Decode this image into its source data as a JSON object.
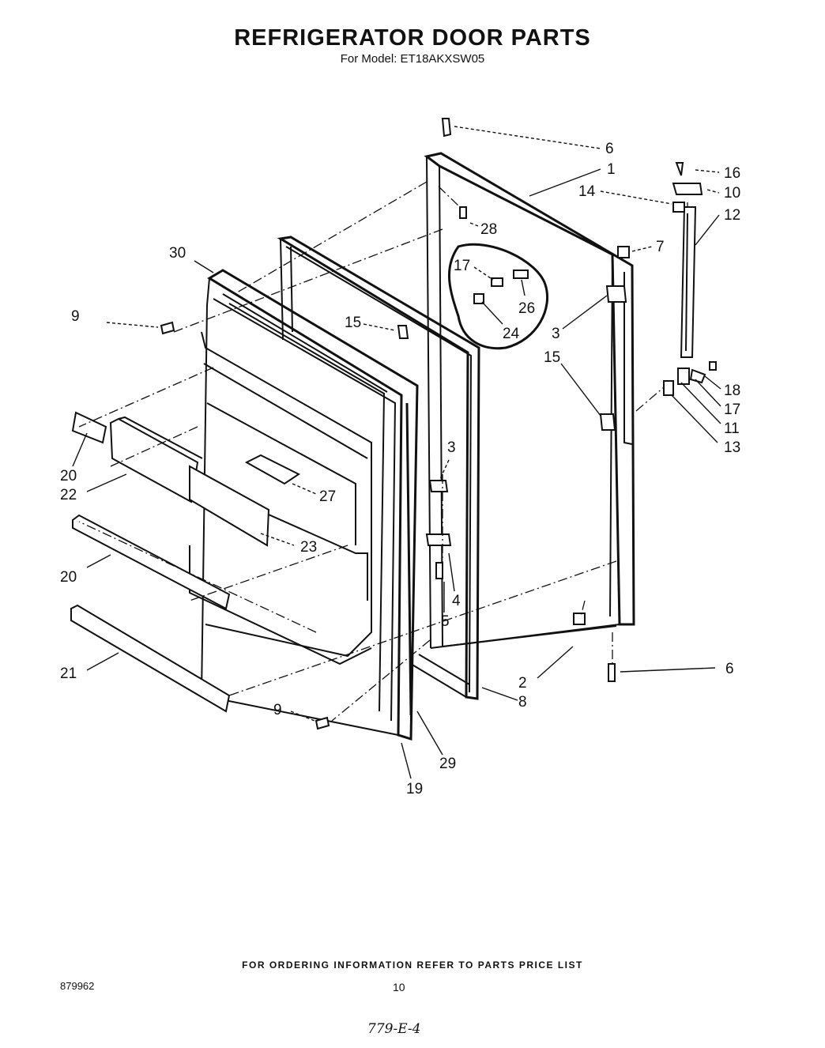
{
  "header": {
    "title": "REFRIGERATOR DOOR PARTS",
    "subtitle": "For Model: ET18AKXSW05"
  },
  "callouts": [
    "6",
    "1",
    "16",
    "14",
    "10",
    "12",
    "28",
    "7",
    "30",
    "17",
    "26",
    "9",
    "15",
    "24",
    "3",
    "15",
    "18",
    "17",
    "11",
    "13",
    "3",
    "20",
    "22",
    "27",
    "23",
    "4",
    "20",
    "5",
    "6",
    "21",
    "2",
    "8",
    "9",
    "29",
    "19"
  ],
  "footer": {
    "ordering_note": "FOR ORDERING INFORMATION REFER TO PARTS PRICE LIST",
    "doc_number": "879962",
    "page_number": "10",
    "handwritten": "779-E-4"
  }
}
